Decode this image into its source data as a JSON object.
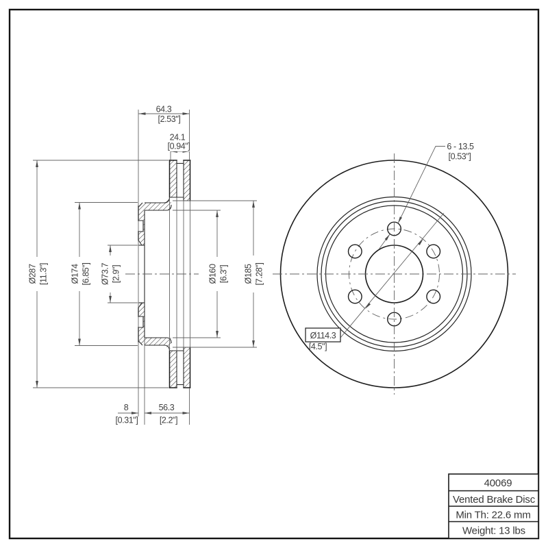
{
  "section": {
    "width_overall": {
      "mm": "64.3",
      "inch": "[2.53\"]"
    },
    "disc_thickness": {
      "mm": "24.1",
      "inch": "[0.94\"]"
    },
    "diameter_outer": {
      "mm": "Ø287",
      "inch": "[11.3\"]"
    },
    "diameter_hat": {
      "mm": "Ø174",
      "inch": "[6.85\"]"
    },
    "diameter_bore": {
      "mm": "Ø73.7",
      "inch": "[2.9\"]"
    },
    "diameter_hat_inner": {
      "mm": "Ø160",
      "inch": "[6.3\"]"
    },
    "diameter_pad_inner": {
      "mm": "Ø185",
      "inch": "[7.28\"]"
    },
    "hat_wall": {
      "mm": "8",
      "inch": "[0.31\"]"
    },
    "hat_depth": {
      "mm": "56.3",
      "inch": "[2.2\"]"
    }
  },
  "front": {
    "bolt_holes": {
      "mm": "6 - 13.5",
      "inch": "[0.53\"]"
    },
    "bolt_circle": {
      "mm": "Ø114.3",
      "inch": "[4.5\"]"
    }
  },
  "title_block": {
    "part_number": "40069",
    "product": "Vented Brake Disc",
    "min_thickness": "Min Th: 22.6 mm",
    "weight": "Weight: 13 lbs"
  },
  "colors": {
    "line_dark": "#1c1c1c",
    "line_dim": "#646464",
    "background": "#ffffff"
  }
}
